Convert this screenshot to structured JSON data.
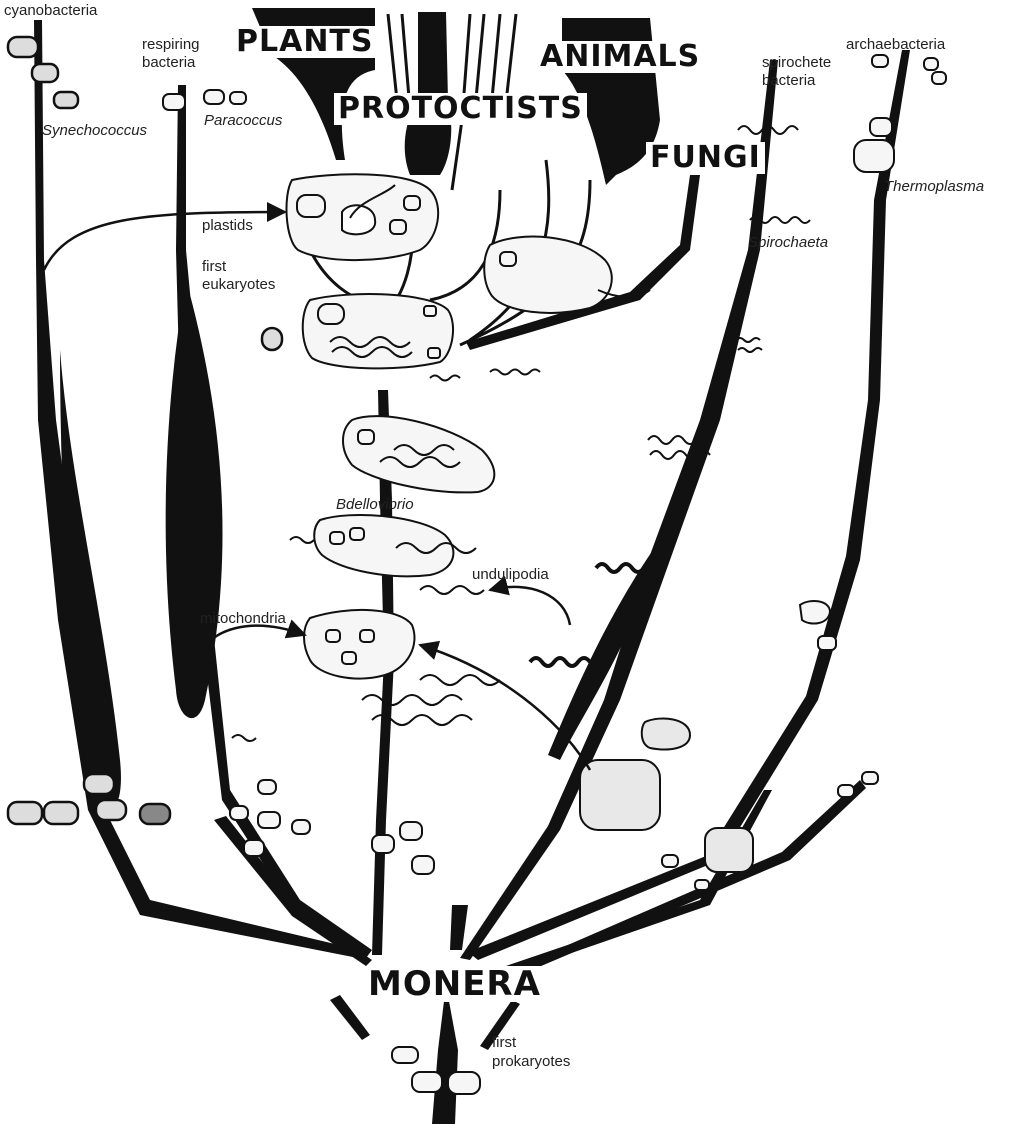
{
  "kingdoms": {
    "plants": "PLANTS",
    "animals": "ANIMALS",
    "protoctists": "PROTOCTISTS",
    "fungi": "FUNGI",
    "monera": "MONERA"
  },
  "groups": {
    "cyanobacteria": "cyanobacteria",
    "respiring_line1": "respiring",
    "respiring_line2": "bacteria",
    "spirochete_line1": "spirochete",
    "spirochete_line2": "bacteria",
    "archaebacteria": "archaebacteria",
    "first_prokaryotes_line1": "first",
    "first_prokaryotes_line2": "prokaryotes",
    "first_eukaryotes_line1": "first",
    "first_eukaryotes_line2": "eukaryotes"
  },
  "organisms": {
    "synechococcus": "Synechococcus",
    "paracoccus": "Paracoccus",
    "thermoplasma": "Thermoplasma",
    "spirochaeta": "Spirochaeta",
    "bdellovibrio": "Bdellovibrio"
  },
  "organelles": {
    "plastids": "plastids",
    "mitochondria": "mitochondria",
    "undulipodia": "undulipodia"
  }
}
